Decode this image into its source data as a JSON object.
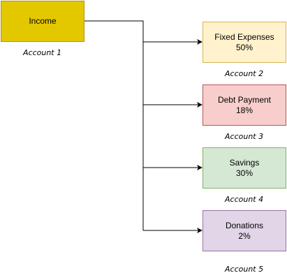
{
  "source": {
    "title": "Income",
    "caption": "Account 1",
    "fill": "#e3c800",
    "stroke": "#b09500"
  },
  "targets": [
    {
      "name": "Fixed Expenses",
      "percent": "50%",
      "caption": "Account 2",
      "fill": "#fff2cc",
      "stroke": "#d6b656"
    },
    {
      "name": "Debt Payment",
      "percent": "18%",
      "caption": "Account 3",
      "fill": "#f8cecc",
      "stroke": "#b85450"
    },
    {
      "name": "Savings",
      "percent": "30%",
      "caption": "Account 4",
      "fill": "#d5e8d4",
      "stroke": "#82b366"
    },
    {
      "name": "Donations",
      "percent": "2%",
      "caption": "Account 5",
      "fill": "#e1d5e7",
      "stroke": "#9673a6"
    }
  ]
}
